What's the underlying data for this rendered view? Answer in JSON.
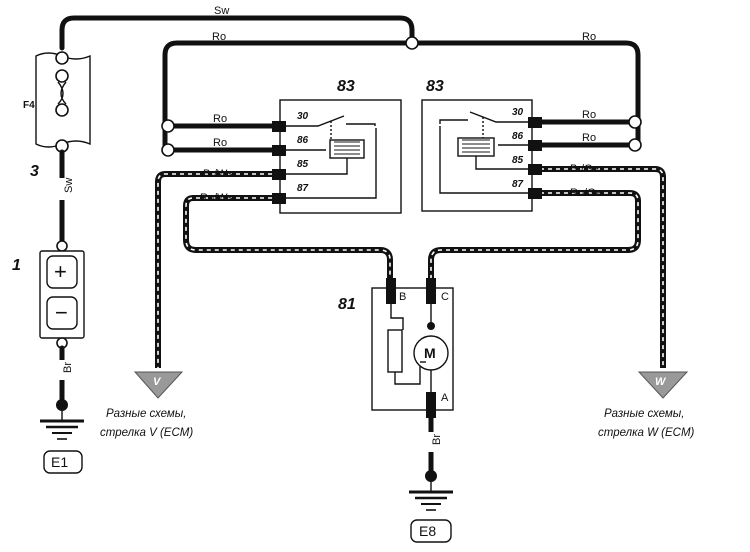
{
  "components": {
    "fuse": {
      "number": "3",
      "label": "F4"
    },
    "battery": {
      "number": "1",
      "plus": "+",
      "minus": "−"
    },
    "relay_left": {
      "number": "83",
      "pins": [
        "30",
        "86",
        "85",
        "87"
      ]
    },
    "relay_right": {
      "number": "83",
      "pins": [
        "30",
        "86",
        "85",
        "87"
      ]
    },
    "motor": {
      "number": "81",
      "symbol": "M",
      "pins": [
        "B",
        "C",
        "A"
      ]
    }
  },
  "wires": {
    "sw_top": "Sw",
    "sw_mid": "Sw",
    "ro_top_left": "Ro",
    "ro_top_right": "Ro",
    "ro_l30": "Ro",
    "ro_l86": "Ro",
    "br_ws": "Br/Ws",
    "ro_ws": "Ro/Ws",
    "ro_r30": "Ro",
    "ro_r86": "Ro",
    "br_ge": "Br/Ge",
    "ro_ge": "Ro/Ge",
    "br_left": "Br",
    "br_bottom": "Br"
  },
  "arrows": {
    "left": "V",
    "right": "W"
  },
  "notes": {
    "left_line1": "Разные схемы,",
    "left_line2": "стрелка V (ECM)",
    "right_line1": "Разные схемы,",
    "right_line2": "стрелка  W (ECM)"
  },
  "grounds": {
    "left": "E1",
    "bottom": "E8"
  }
}
